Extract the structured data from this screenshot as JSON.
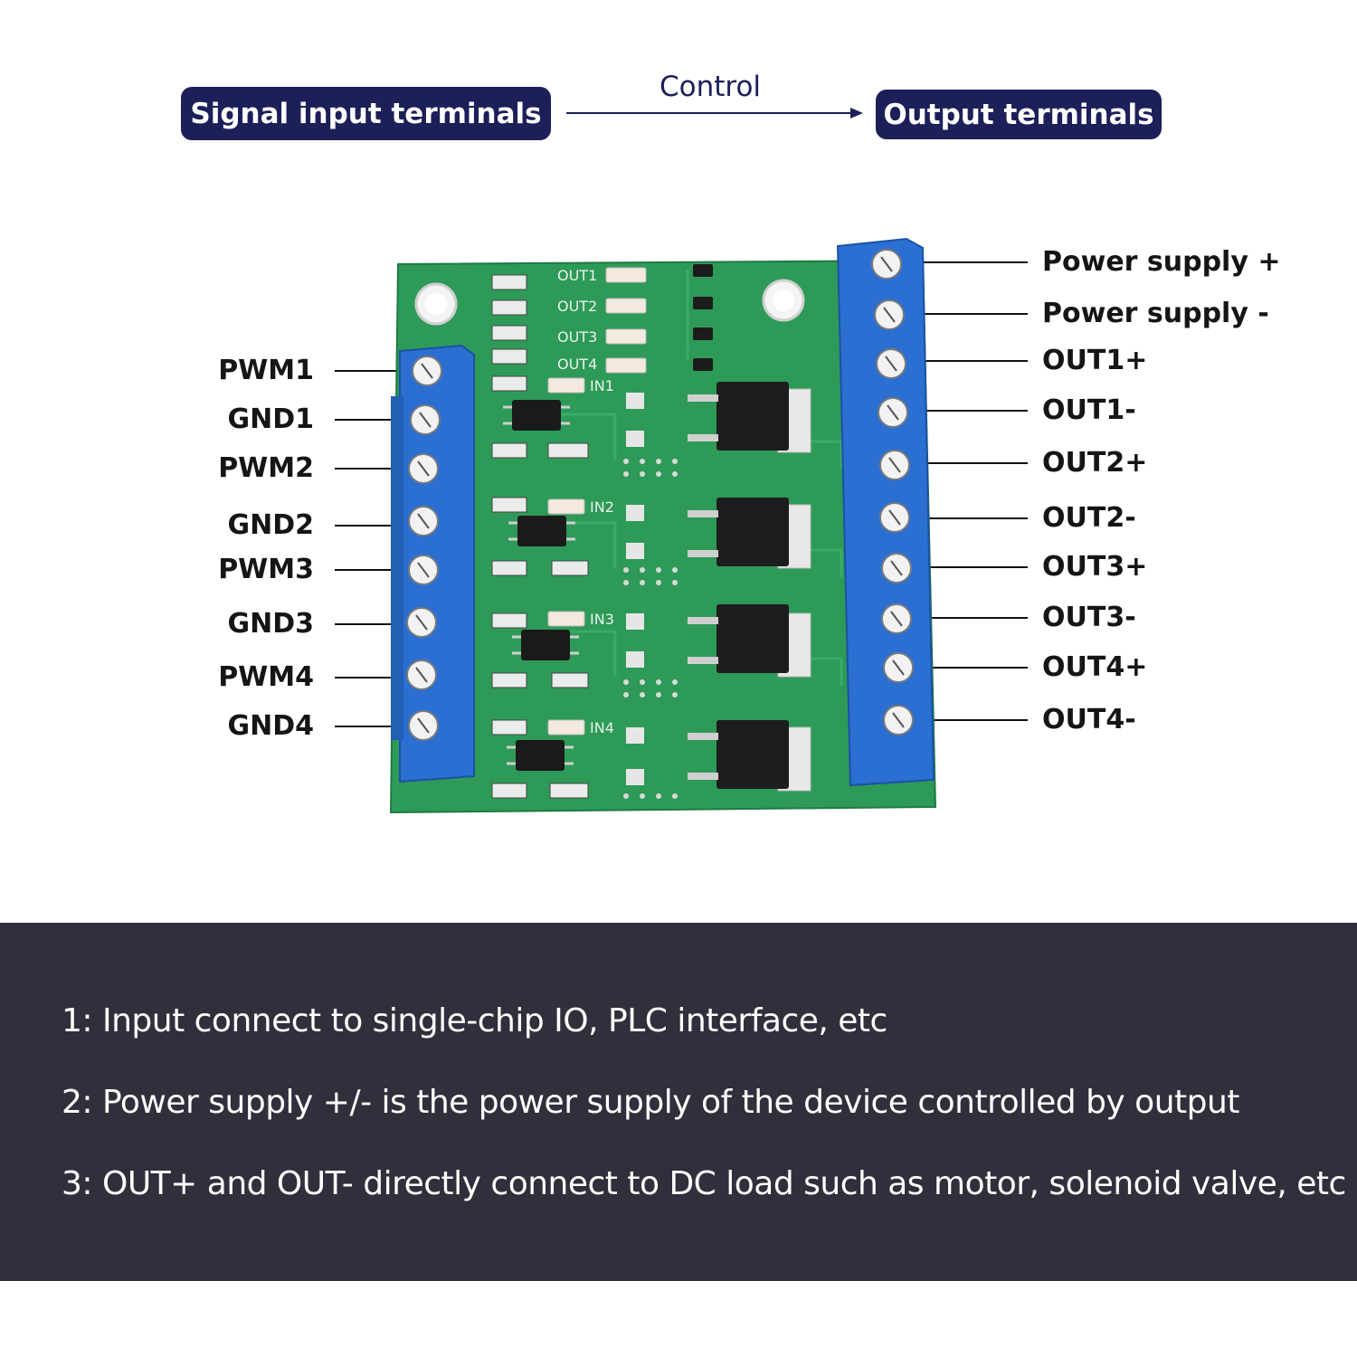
{
  "header": {
    "input_label": "Signal input terminals",
    "control_label": "Control",
    "output_label": "Output terminals"
  },
  "left_terminals": [
    "PWM1",
    "GND1",
    "PWM2",
    "GND2",
    "PWM3",
    "GND3",
    "PWM4",
    "GND4"
  ],
  "right_terminals": [
    "Power supply +",
    "Power supply -",
    "OUT1+",
    "OUT1-",
    "OUT2+",
    "OUT2-",
    "OUT3+",
    "OUT3-",
    "OUT4+",
    "OUT4-"
  ],
  "board": {
    "silk_out": [
      "OUT1",
      "OUT2",
      "OUT3",
      "OUT4"
    ],
    "silk_in": [
      "IN1",
      "IN2",
      "IN3",
      "IN4"
    ]
  },
  "notes": [
    "1: Input connect to single-chip IO, PLC interface, etc",
    "2: Power supply +/- is the power supply of the device controlled by output",
    "3: OUT+ and OUT- directly connect to DC load such as motor, solenoid valve, etc"
  ],
  "colors": {
    "pill": "#1c1f58",
    "pcb": "#2e9a58",
    "terminal_block": "#2a6fd1",
    "notes_background": "#312f3b"
  }
}
